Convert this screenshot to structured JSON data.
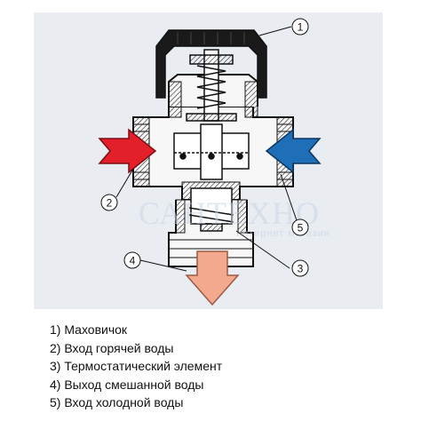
{
  "callouts": [
    "1",
    "2",
    "3",
    "4",
    "5"
  ],
  "legend": [
    "1) Маховичок",
    "2) Вход горячей воды",
    "3) Термостатический элемент",
    "4) Выход смешанной воды",
    "5) Вход холодной воды"
  ],
  "watermark": {
    "main": "САНТЕХНО",
    "sub": "интернет магазин"
  },
  "colors": {
    "background_panel": "#e9edf2",
    "hot_arrow": "#e3202a",
    "cold_arrow": "#1f6fb8",
    "mixed_arrow": "#f2a98e",
    "handwheel": "#1a1a1a"
  }
}
